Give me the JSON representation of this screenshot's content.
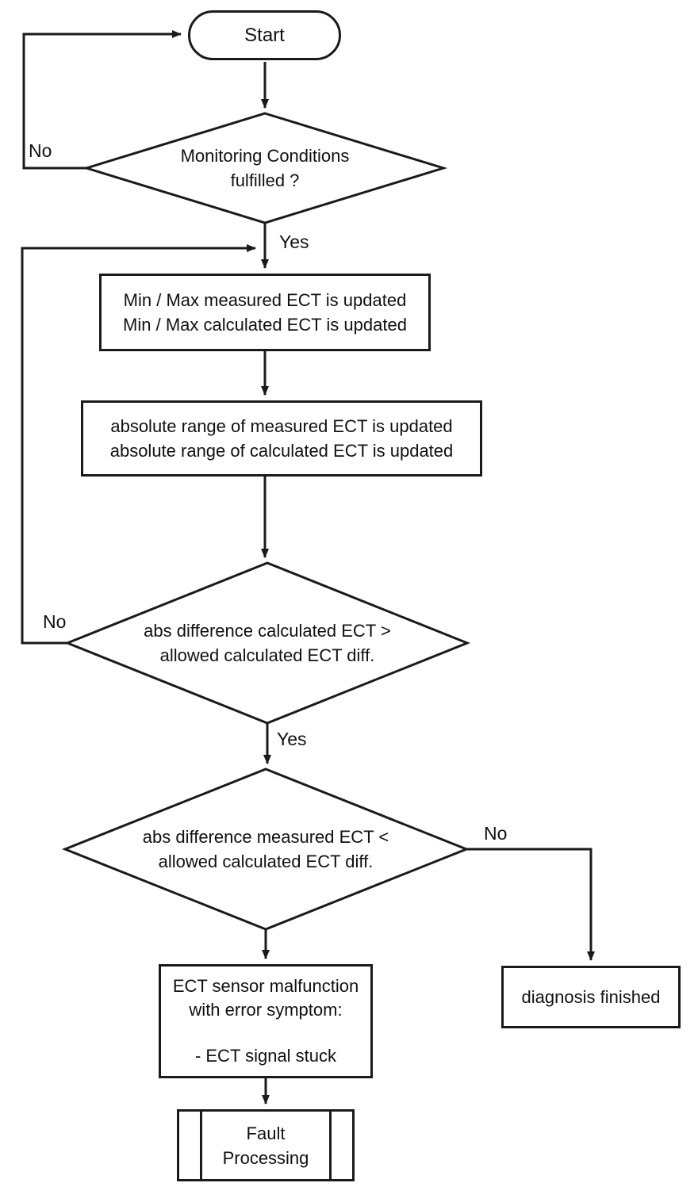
{
  "colors": {
    "line": "#1a1a1a",
    "text": "#111111",
    "background": "#ffffff"
  },
  "nodes": {
    "start": {
      "label": "Start"
    },
    "decision_monitoring": {
      "line1": "Monitoring Conditions",
      "line2": "fulfilled ?"
    },
    "process_minmax": {
      "line1": "Min / Max measured ECT is updated",
      "line2": "Min / Max calculated ECT is updated"
    },
    "process_absrange": {
      "line1": "absolute range of measured ECT is updated",
      "line2": "absolute range of calculated ECT is updated"
    },
    "decision_calc_diff": {
      "line1": "abs difference calculated ECT >",
      "line2": "allowed calculated ECT diff."
    },
    "decision_meas_diff": {
      "line1": "abs difference measured ECT <",
      "line2": "allowed calculated ECT diff."
    },
    "process_malfunction": {
      "line1": "ECT sensor malfunction",
      "line2": "with error symptom:",
      "line3": "- ECT signal stuck"
    },
    "subroutine_fault": {
      "line1": "Fault",
      "line2": "Processing"
    },
    "terminal_diagnosis": {
      "label": "diagnosis finished"
    }
  },
  "edge_labels": {
    "monitoring_no": "No",
    "monitoring_yes": "Yes",
    "calc_diff_no": "No",
    "calc_diff_yes": "Yes",
    "meas_diff_no": "No"
  }
}
